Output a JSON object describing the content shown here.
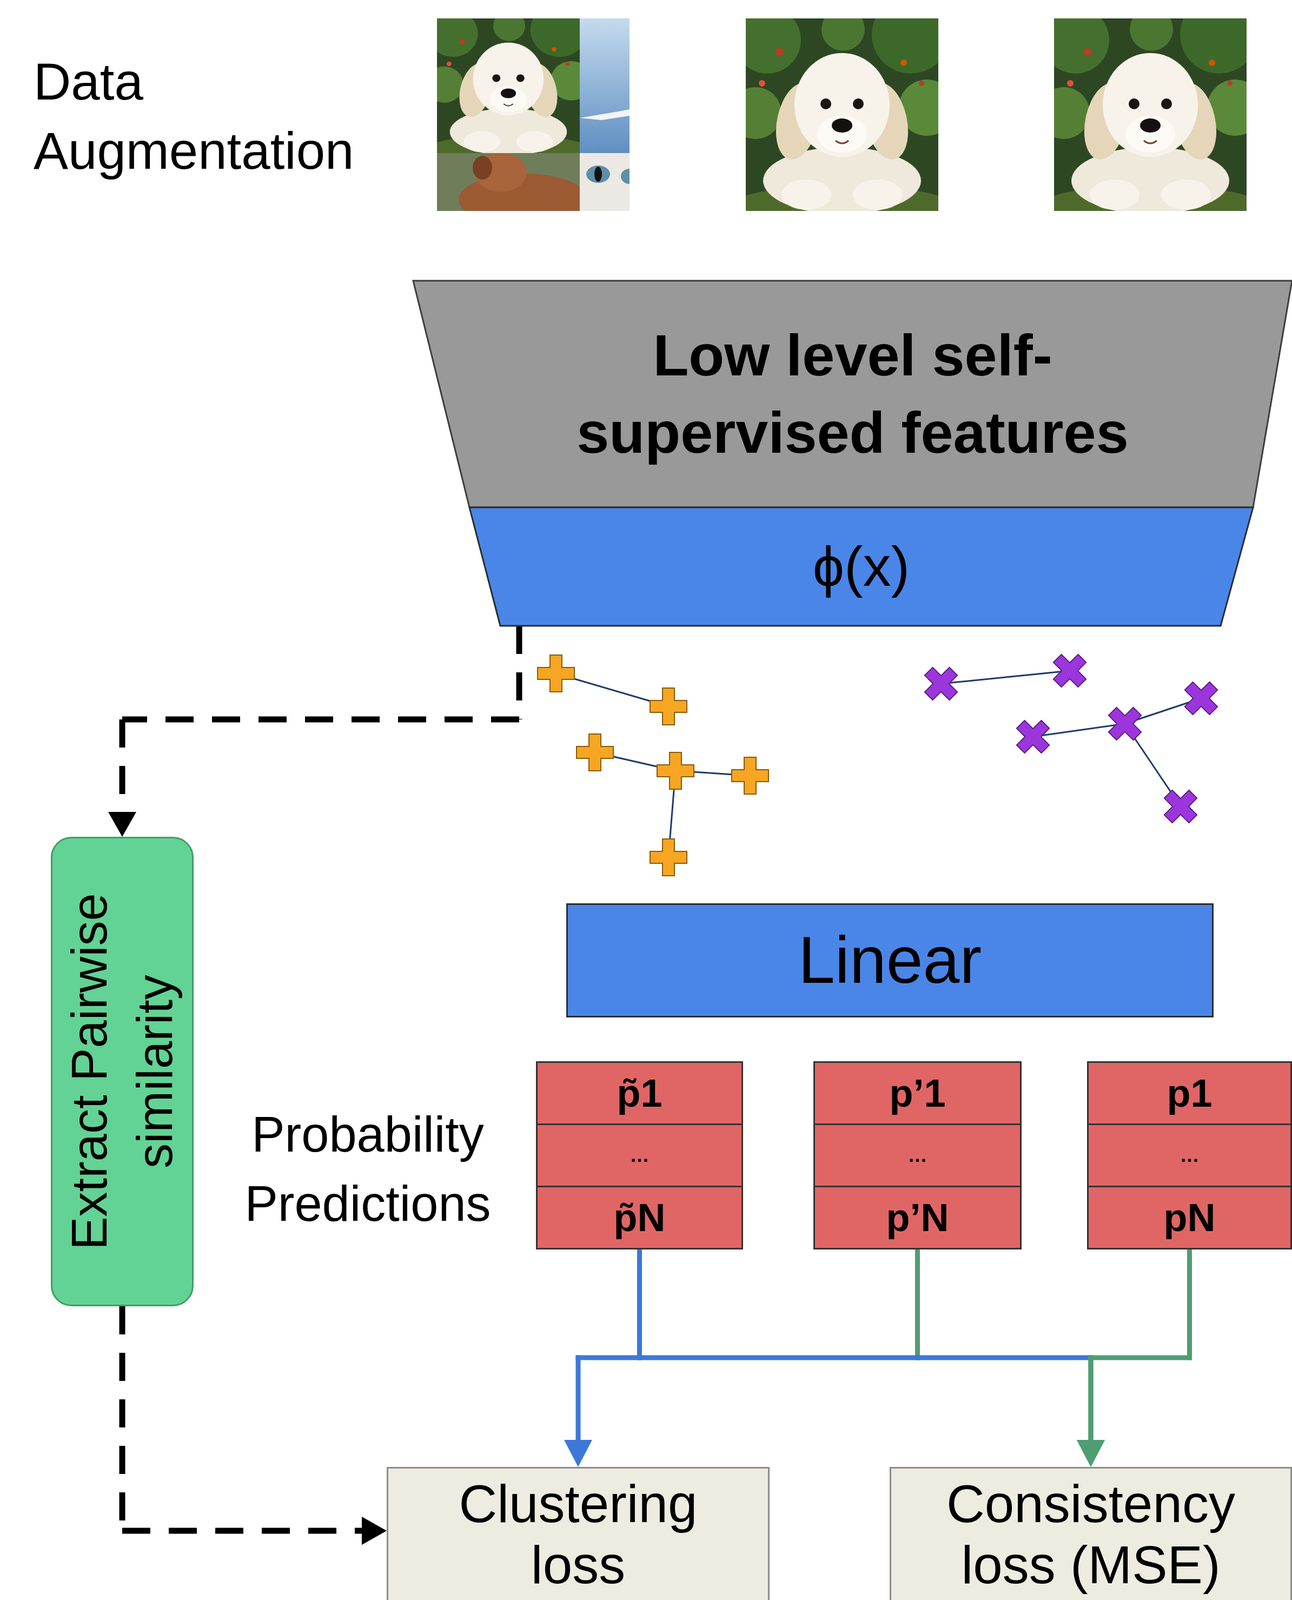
{
  "diagram": {
    "nodes": [
      {
        "text": [
          "Low level self-supervised features"
        ]
      },
      {
        "text": [
          "ϕ(x)"
        ]
      },
      {
        "text": [
          "Extract Pairwise similarity"
        ]
      },
      {
        "text": [
          "Linear"
        ]
      },
      {
        "text": [
          "p̃1",
          "…",
          "p̃N"
        ]
      },
      {
        "text": [
          "p’1",
          "…",
          "p’N"
        ]
      },
      {
        "text": [
          "p1",
          "…",
          "pN"
        ]
      },
      {
        "text": [
          "Clustering loss"
        ]
      },
      {
        "text": [
          "Consistency loss (MSE)"
        ]
      }
    ],
    "edges": [
      {
        "from": 1,
        "to": 2,
        "arrow": "to"
      },
      {
        "from": 2,
        "to": 7,
        "arrow": "to"
      },
      {
        "from": 4,
        "to": 7,
        "arrow": "to"
      },
      {
        "from": 5,
        "to": 8,
        "arrow": "to"
      },
      {
        "from": 6,
        "to": 8,
        "arrow": "to"
      }
    ],
    "labels": [
      "Data Augmentation",
      "Probability Predictions"
    ]
  }
}
